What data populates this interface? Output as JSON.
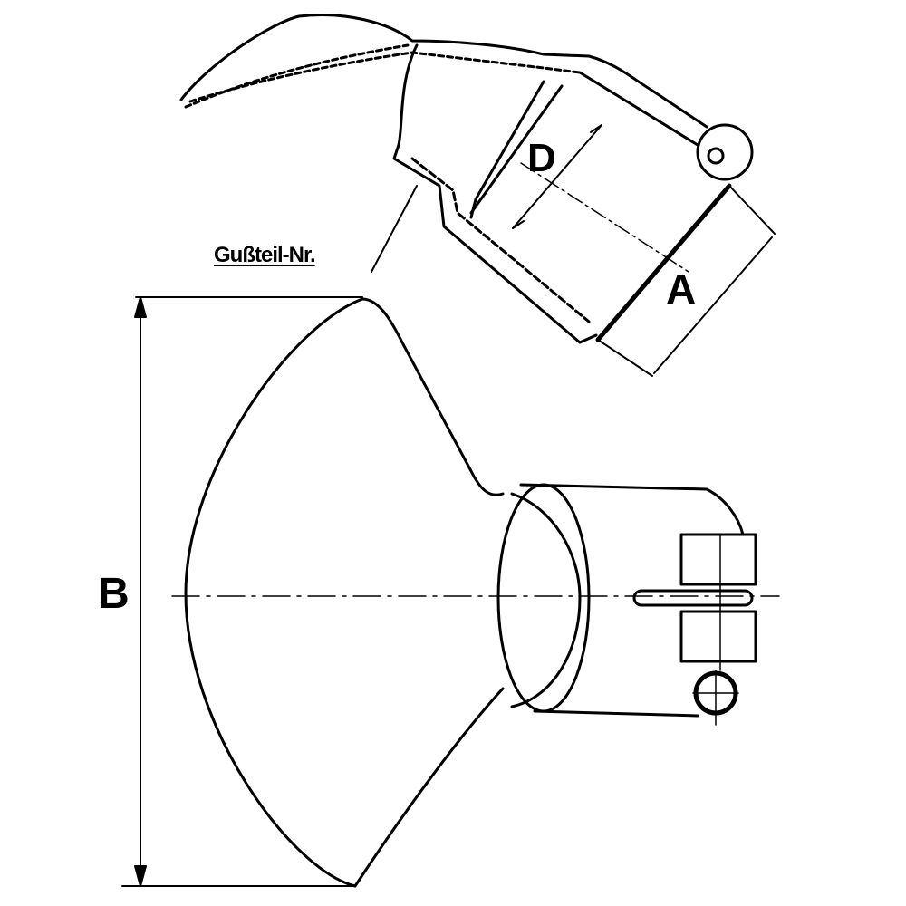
{
  "drawing": {
    "part_label": "Gußteil-Nr.",
    "dimensions": {
      "a": "A",
      "b": "B",
      "d": "D"
    }
  },
  "colors": {
    "ink": "#000000",
    "paper": "#ffffff"
  }
}
